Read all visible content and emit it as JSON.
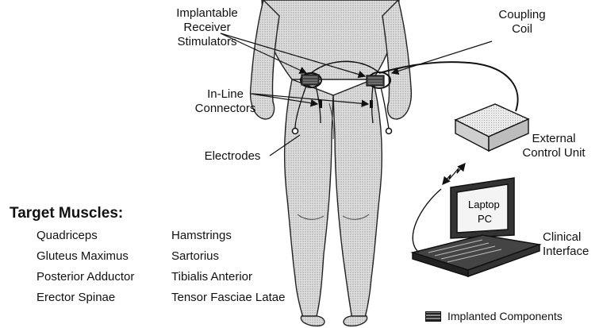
{
  "labels": {
    "implantable_receiver_stimulators": [
      "Implantable",
      "Receiver",
      "Stimulators"
    ],
    "coupling_coil": [
      "Coupling",
      "Coil"
    ],
    "in_line_connectors": [
      "In-Line",
      "Connectors"
    ],
    "electrodes": "Electrodes",
    "external_control_unit": [
      "External",
      "Control Unit"
    ],
    "laptop_screen": [
      "Laptop",
      "PC"
    ],
    "clinical_interface": [
      "Clinical",
      "Interface"
    ]
  },
  "target_muscles": {
    "heading": "Target Muscles:",
    "column_left": [
      "Quadriceps",
      "Gluteus Maximus",
      "Posterior Adductor",
      "Erector Spinae"
    ],
    "column_right": [
      "Hamstrings",
      "Sartorius",
      "Tibialis Anterior",
      "Tensor Fasciae Latae"
    ]
  },
  "legend": {
    "implanted_components": "Implanted Components"
  },
  "colors": {
    "ink": "#111111",
    "body_fill": "#d4d4d4",
    "device_fill": "#e2e2e2"
  }
}
